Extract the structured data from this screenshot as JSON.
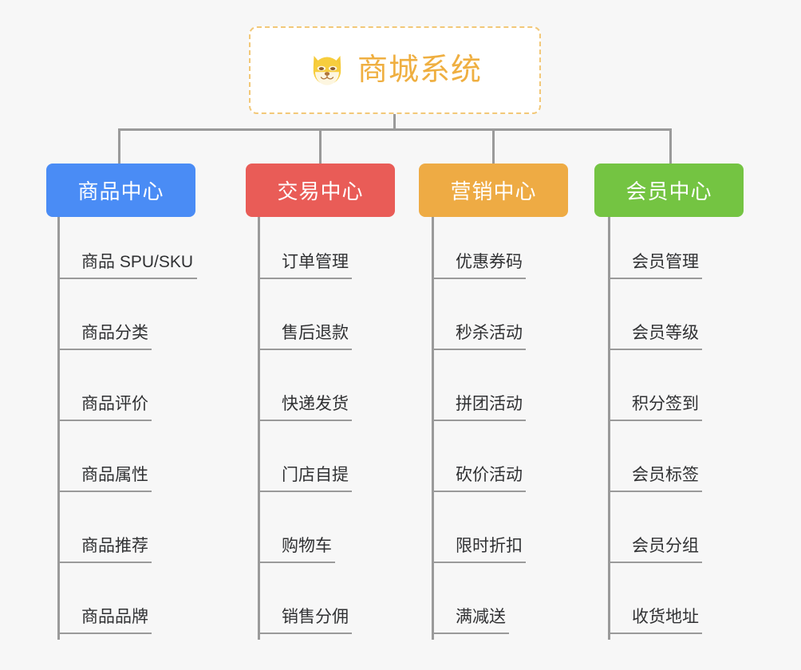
{
  "page": {
    "background_color": "#f7f7f7",
    "line_color": "#9a9a9a",
    "text_color": "#303133"
  },
  "root": {
    "title": "商城系统",
    "icon": "dog-face-icon",
    "text_color": "#efaf41",
    "border_color": "#f2c878",
    "background_color": "#ffffff"
  },
  "columns": [
    {
      "title": "商品中心",
      "color": "#4a8cf5",
      "items": [
        "商品 SPU/SKU",
        "商品分类",
        "商品评价",
        "商品属性",
        "商品推荐",
        "商品品牌"
      ]
    },
    {
      "title": "交易中心",
      "color": "#e95c57",
      "items": [
        "订单管理",
        "售后退款",
        "快递发货",
        "门店自提",
        "购物车",
        "销售分佣"
      ]
    },
    {
      "title": "营销中心",
      "color": "#eeab44",
      "items": [
        "优惠券码",
        "秒杀活动",
        "拼团活动",
        "砍价活动",
        "限时折扣",
        "满减送"
      ]
    },
    {
      "title": "会员中心",
      "color": "#74c442",
      "items": [
        "会员管理",
        "会员等级",
        "积分签到",
        "会员标签",
        "会员分组",
        "收货地址"
      ]
    }
  ]
}
